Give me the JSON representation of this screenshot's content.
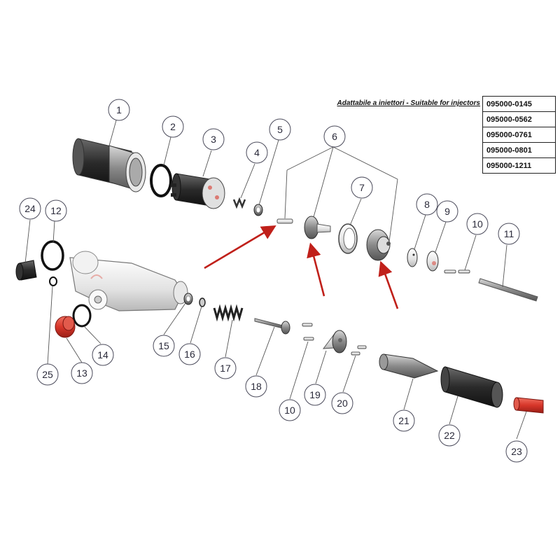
{
  "header": {
    "caption": "Adattabile a iniettori - Suitable for injectors"
  },
  "injector_codes": [
    "095000-0145",
    "095000-0562",
    "095000-0761",
    "095000-0801",
    "095000-1211"
  ],
  "callouts": [
    "1",
    "2",
    "3",
    "4",
    "5",
    "6",
    "7",
    "8",
    "9",
    "10",
    "11",
    "12",
    "13",
    "14",
    "15",
    "16",
    "17",
    "18",
    "19",
    "20",
    "21",
    "22",
    "23",
    "24",
    "25",
    "10"
  ],
  "colors": {
    "arrow": "#c0201a",
    "highlight_part": "#d7362a",
    "outline": "#555555"
  }
}
